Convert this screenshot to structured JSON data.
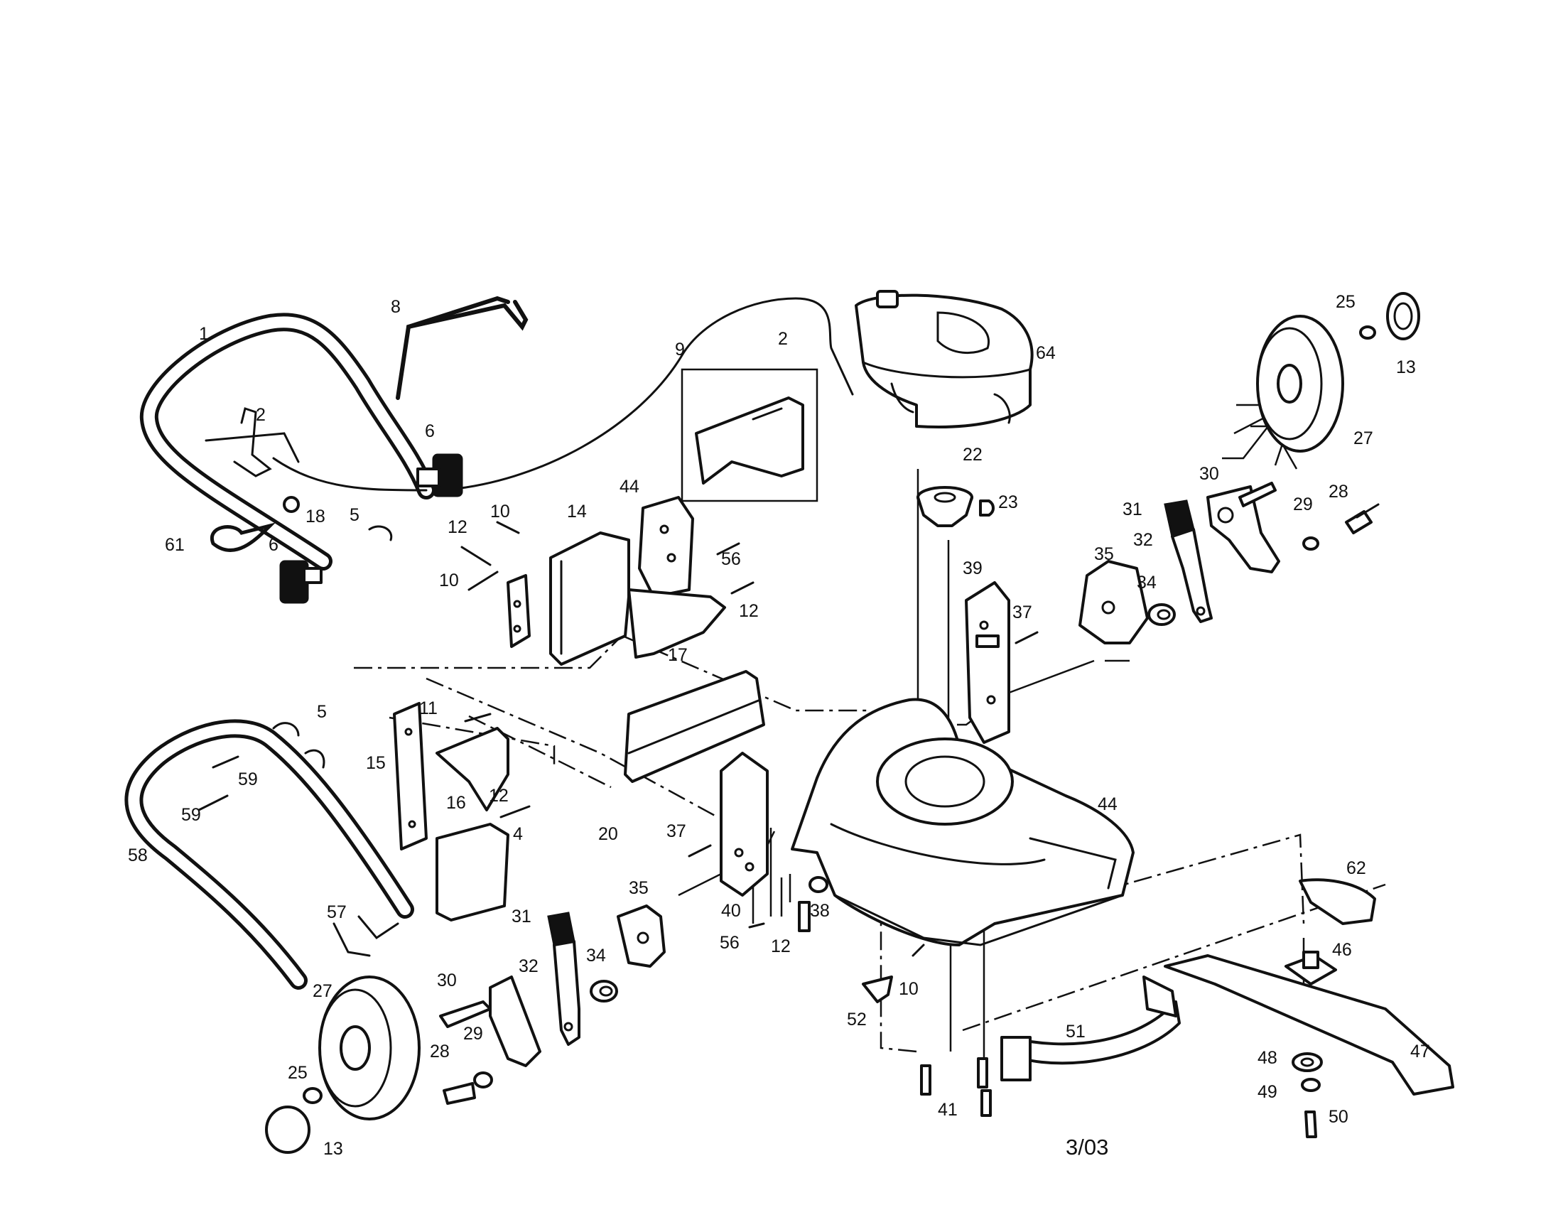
{
  "callouts": [
    {
      "id": "1"
    },
    {
      "id": "2"
    },
    {
      "id": "2"
    },
    {
      "id": "4"
    },
    {
      "id": "5"
    },
    {
      "id": "5"
    },
    {
      "id": "6"
    },
    {
      "id": "6"
    },
    {
      "id": "8"
    },
    {
      "id": "9"
    },
    {
      "id": "10"
    },
    {
      "id": "10"
    },
    {
      "id": "10"
    },
    {
      "id": "11"
    },
    {
      "id": "12"
    },
    {
      "id": "12"
    },
    {
      "id": "12"
    },
    {
      "id": "12"
    },
    {
      "id": "13"
    },
    {
      "id": "13"
    },
    {
      "id": "14"
    },
    {
      "id": "15"
    },
    {
      "id": "16"
    },
    {
      "id": "17"
    },
    {
      "id": "18"
    },
    {
      "id": "20"
    },
    {
      "id": "22"
    },
    {
      "id": "23"
    },
    {
      "id": "25"
    },
    {
      "id": "25"
    },
    {
      "id": "27"
    },
    {
      "id": "27"
    },
    {
      "id": "28"
    },
    {
      "id": "28"
    },
    {
      "id": "29"
    },
    {
      "id": "29"
    },
    {
      "id": "30"
    },
    {
      "id": "30"
    },
    {
      "id": "31"
    },
    {
      "id": "31"
    },
    {
      "id": "32"
    },
    {
      "id": "32"
    },
    {
      "id": "34"
    },
    {
      "id": "34"
    },
    {
      "id": "35"
    },
    {
      "id": "35"
    },
    {
      "id": "37"
    },
    {
      "id": "37"
    },
    {
      "id": "38"
    },
    {
      "id": "39"
    },
    {
      "id": "40"
    },
    {
      "id": "41"
    },
    {
      "id": "44"
    },
    {
      "id": "44"
    },
    {
      "id": "46"
    },
    {
      "id": "47"
    },
    {
      "id": "48"
    },
    {
      "id": "49"
    },
    {
      "id": "50"
    },
    {
      "id": "51"
    },
    {
      "id": "52"
    },
    {
      "id": "56"
    },
    {
      "id": "56"
    },
    {
      "id": "57"
    },
    {
      "id": "58"
    },
    {
      "id": "59"
    },
    {
      "id": "59"
    },
    {
      "id": "61"
    },
    {
      "id": "62"
    },
    {
      "id": "64"
    }
  ],
  "date_code": "3/03"
}
